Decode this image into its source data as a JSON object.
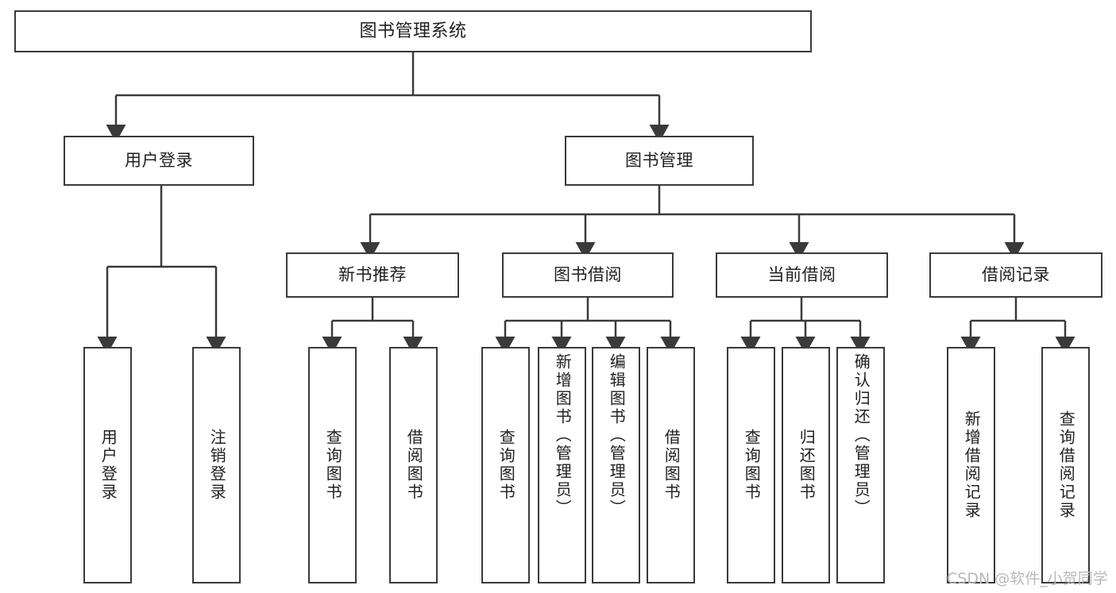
{
  "diagram": {
    "title": "图书管理系统",
    "watermark": "CSDN @软件_小贺同学",
    "stroke_color": "#3a3a3a",
    "text_color": "#1f1f1f",
    "background_color": "#ffffff",
    "watermark_color": "#b9b9b9"
  },
  "nodes": {
    "root": {
      "label": "图书管理系统"
    },
    "level2": [
      {
        "id": "user-login",
        "label": "用户登录"
      },
      {
        "id": "book-manage",
        "label": "图书管理"
      }
    ],
    "level3": [
      {
        "id": "new-book-rec",
        "label": "新书推荐"
      },
      {
        "id": "book-borrow",
        "label": "图书借阅"
      },
      {
        "id": "current-borrow",
        "label": "当前借阅"
      },
      {
        "id": "borrow-record",
        "label": "借阅记录"
      }
    ],
    "leaves": [
      {
        "id": "leaf-user-login",
        "label": "用户登录",
        "parent": "user-login"
      },
      {
        "id": "leaf-logout-login",
        "label": "注销登录",
        "parent": "user-login"
      },
      {
        "id": "leaf-query-book-1",
        "label": "查询图书",
        "parent": "new-book-rec"
      },
      {
        "id": "leaf-borrow-book-1",
        "label": "借阅图书",
        "parent": "new-book-rec"
      },
      {
        "id": "leaf-query-book-2",
        "label": "查询图书",
        "parent": "book-borrow"
      },
      {
        "id": "leaf-add-book",
        "label": "新增图书（管理员）",
        "parent": "book-borrow"
      },
      {
        "id": "leaf-edit-book",
        "label": "编辑图书（管理员）",
        "parent": "book-borrow"
      },
      {
        "id": "leaf-borrow-book-2",
        "label": "借阅图书",
        "parent": "book-borrow"
      },
      {
        "id": "leaf-query-book-3",
        "label": "查询图书",
        "parent": "current-borrow"
      },
      {
        "id": "leaf-return-book",
        "label": "归还图书",
        "parent": "current-borrow"
      },
      {
        "id": "leaf-confirm-return",
        "label": "确认归还（管理员）",
        "parent": "current-borrow"
      },
      {
        "id": "leaf-add-record",
        "label": "新增借阅记录",
        "parent": "borrow-record"
      },
      {
        "id": "leaf-query-record",
        "label": "查询借阅记录",
        "parent": "borrow-record"
      }
    ]
  }
}
